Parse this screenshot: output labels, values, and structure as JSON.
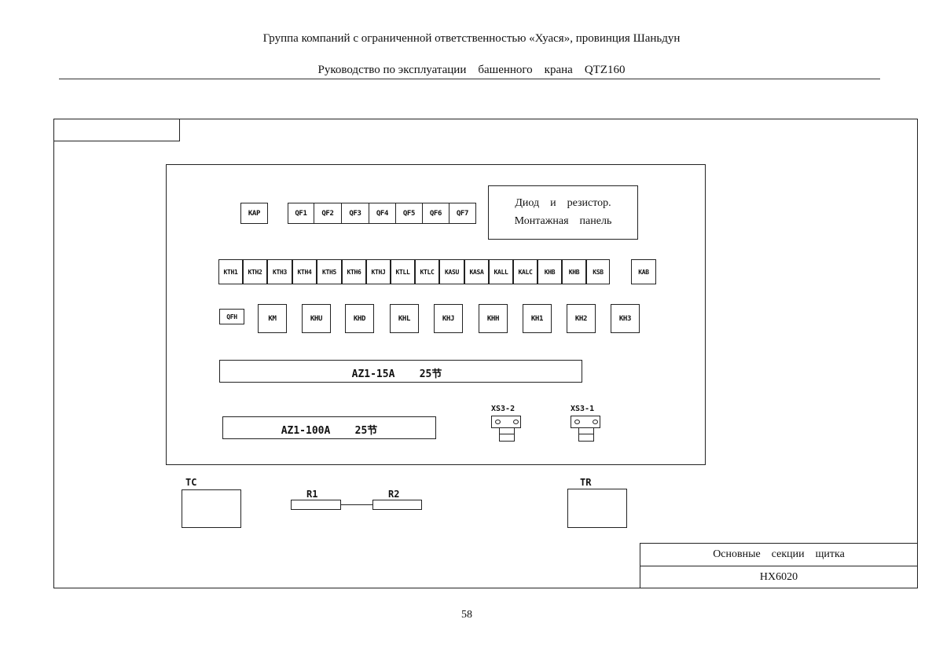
{
  "header": {
    "line1": "Группа компаний с ограниченной ответственностью «Хуася», провинция Шаньдун",
    "line2": "Руководство по эксплуатации    башенного    крана    QTZ160"
  },
  "panel": {
    "kap": "KAP",
    "qf": [
      "QF1",
      "QF2",
      "QF3",
      "QF4",
      "QF5",
      "QF6",
      "QF7"
    ],
    "diode_line1": "Диод    и    резистор.",
    "diode_line2": "Монтажная    панель",
    "relays": [
      "KTH1",
      "KTH2",
      "KTH3",
      "KTH4",
      "KTH5",
      "KTH6",
      "KTHJ",
      "KTLL",
      "KTLC",
      "KASU",
      "KASA",
      "KALL",
      "KALC",
      "KHB",
      "KHB",
      "KSB"
    ],
    "kab": "KAB",
    "qfh": "QFH",
    "kh_row": [
      "KM",
      "KHU",
      "KHD",
      "KHL",
      "KHJ",
      "KHH",
      "KH1",
      "KH2",
      "KH3"
    ],
    "bus1": "AZ1-15A    25节",
    "bus2": "AZ1-100A    25节",
    "xs2": "XS3-2",
    "xs1": "XS3-1"
  },
  "outside": {
    "tc": "TC",
    "r1": "R1",
    "r2": "R2",
    "tr": "TR"
  },
  "title_block": {
    "name": "Основные    секции    щитка",
    "code": "HX6020"
  },
  "page_number": "58"
}
